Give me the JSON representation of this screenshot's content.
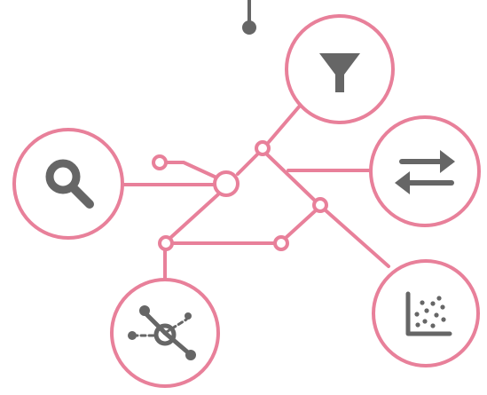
{
  "colors": {
    "accent": "#E8809A",
    "icon": "#666666",
    "background": "#FFFFFF"
  },
  "nodes": [
    {
      "id": "filter",
      "icon": "funnel-icon"
    },
    {
      "id": "transfer",
      "icon": "swap-arrows-icon"
    },
    {
      "id": "search",
      "icon": "magnifier-icon"
    },
    {
      "id": "network",
      "icon": "network-hub-icon"
    },
    {
      "id": "scatter",
      "icon": "scatter-plot-icon"
    }
  ]
}
